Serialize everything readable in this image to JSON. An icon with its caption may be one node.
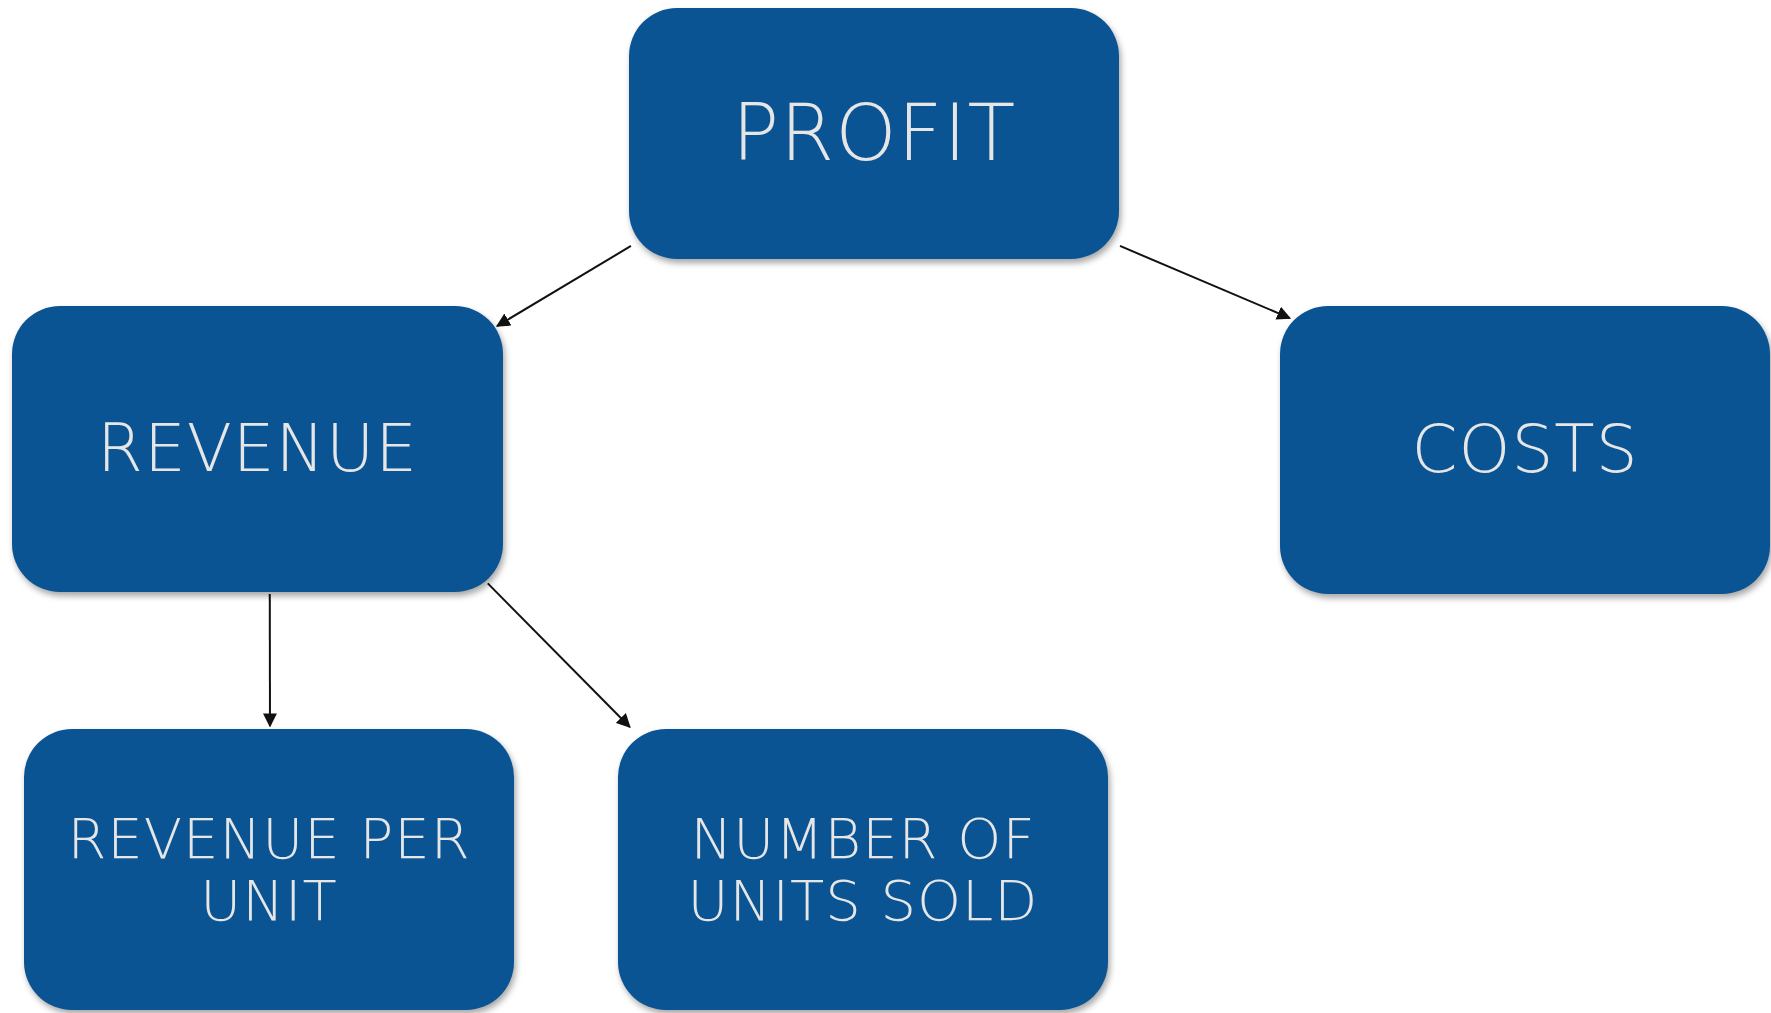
{
  "diagram": {
    "nodes": [
      {
        "text": [
          "PROFIT"
        ]
      },
      {
        "text": [
          "REVENUE"
        ]
      },
      {
        "text": [
          "COSTS"
        ]
      },
      {
        "text": [
          "REVENUE PER UNIT"
        ]
      },
      {
        "text": [
          "NUMBER OF UNITS SOLD"
        ]
      }
    ],
    "edges": [
      {
        "from": 0,
        "to": 1,
        "arrow": "to"
      },
      {
        "from": 0,
        "to": 2,
        "arrow": "to"
      },
      {
        "from": 1,
        "to": 3,
        "arrow": "to"
      },
      {
        "from": 1,
        "to": 4,
        "arrow": "to"
      }
    ]
  }
}
